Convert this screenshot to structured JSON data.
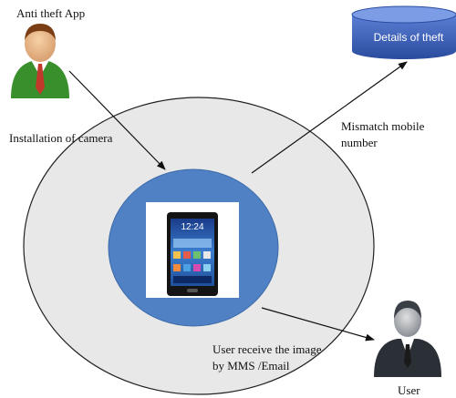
{
  "labels": {
    "anti_theft_app": "Anti theft App",
    "installation": "Installation of camera",
    "mismatch_line1": "Mismatch mobile",
    "mismatch_line2": "number",
    "receive_line1": "User receive the image",
    "receive_line2": "by MMS /Email",
    "user": "User"
  },
  "database": {
    "label": "Details of theft"
  },
  "phone_screen": {
    "time": "12:24"
  },
  "colors": {
    "outer_circle": "#e8e8e8",
    "inner_circle": "#4f81c4",
    "database": "#3a5fb8",
    "agent_shirt": "#3a8f2d",
    "agent_tie": "#c0392b",
    "user_suit": "#2b2f36"
  }
}
